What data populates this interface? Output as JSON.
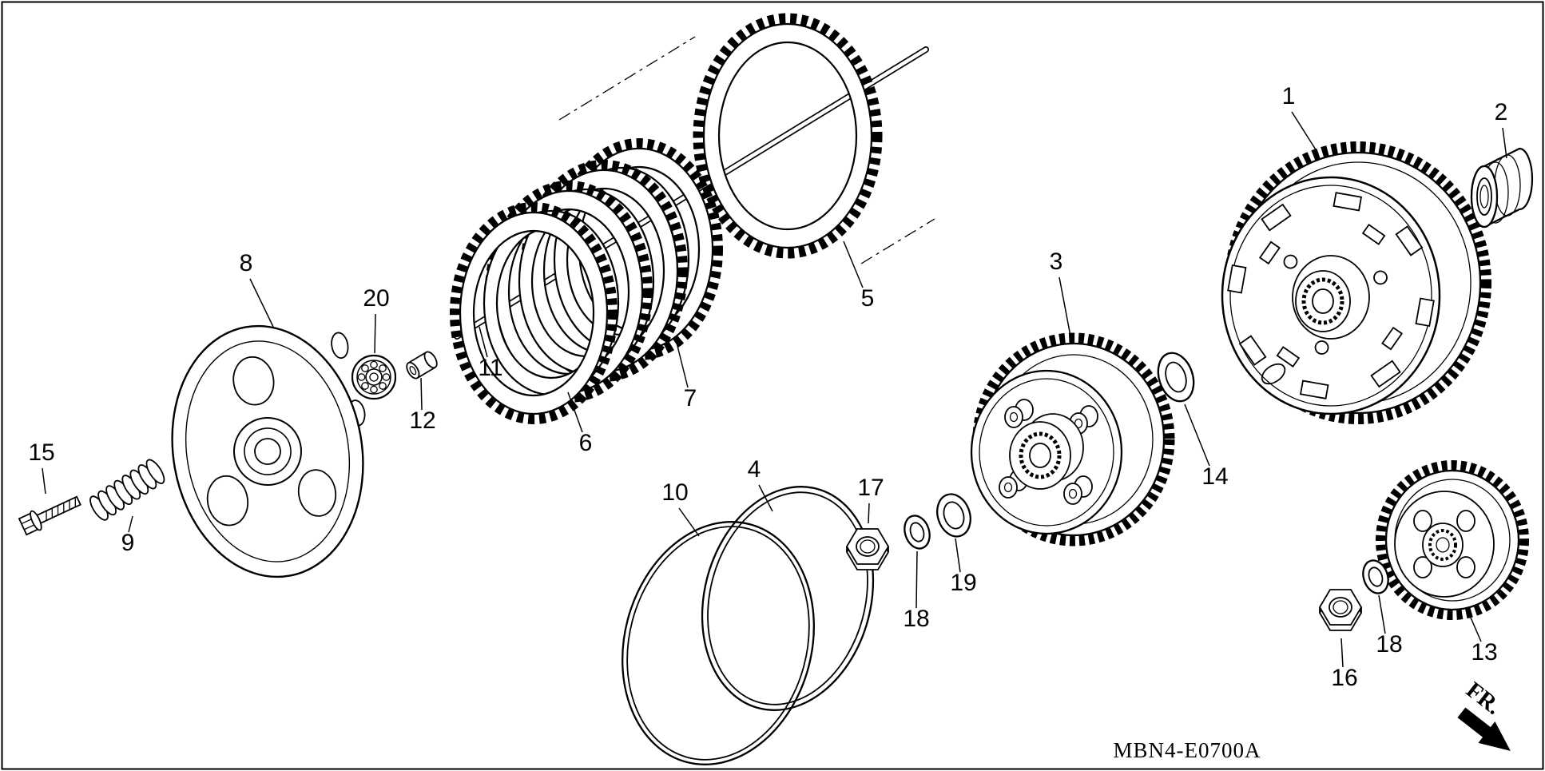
{
  "diagram": {
    "code": "MBN4-E0700A",
    "direction": "FR.",
    "colors": {
      "ink": "#000000",
      "background": "#ffffff"
    },
    "callouts": [
      {
        "text": "1"
      },
      {
        "text": "2"
      },
      {
        "text": "3"
      },
      {
        "text": "4"
      },
      {
        "text": "5"
      },
      {
        "text": "6"
      },
      {
        "text": "7"
      },
      {
        "text": "8"
      },
      {
        "text": "9"
      },
      {
        "text": "10"
      },
      {
        "text": "11"
      },
      {
        "text": "12"
      },
      {
        "text": "13"
      },
      {
        "text": "14"
      },
      {
        "text": "15"
      },
      {
        "text": "16"
      },
      {
        "text": "17"
      },
      {
        "text": "18"
      },
      {
        "text": "18"
      },
      {
        "text": "19"
      },
      {
        "text": "20"
      }
    ]
  }
}
